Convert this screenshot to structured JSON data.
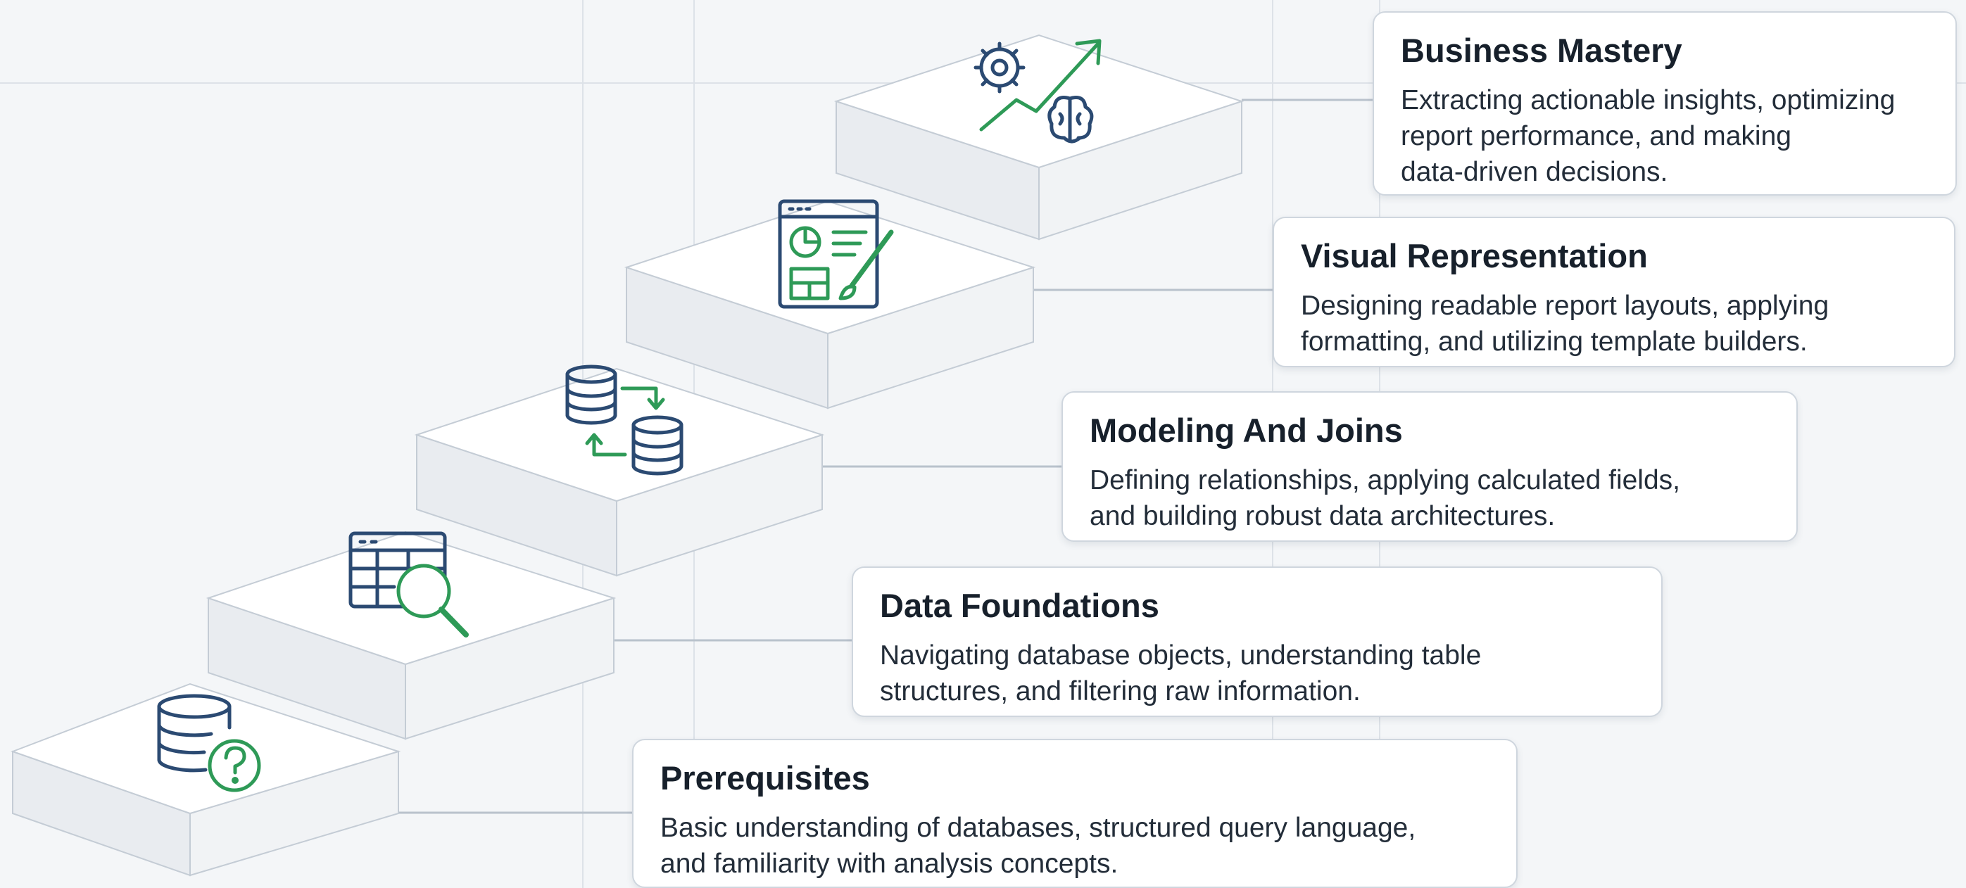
{
  "colors": {
    "background": "#f4f6f8",
    "step_top": "#ffffff",
    "step_side": "#eceff2",
    "step_edge": "#c4ccd5",
    "icon_navy": "#2b4a72",
    "icon_green": "#2e9a57",
    "card_border": "#cfd6de",
    "title_text": "#17202b",
    "body_text": "#232d39"
  },
  "steps": [
    {
      "title": "Prerequisites",
      "lines": [
        "Basic understanding of databases, structured query language,",
        "and familiarity with analysis concepts."
      ],
      "icon": "database-question-icon"
    },
    {
      "title": "Data Foundations",
      "lines": [
        "Navigating database objects, understanding table",
        "structures, and filtering raw information."
      ],
      "icon": "table-search-icon"
    },
    {
      "title": "Modeling And Joins",
      "lines": [
        "Defining relationships, applying calculated fields,",
        "and building robust data architectures."
      ],
      "icon": "database-sync-icon"
    },
    {
      "title": "Visual Representation",
      "lines": [
        "Designing readable report layouts, applying",
        "formatting, and utilizing template builders."
      ],
      "icon": "report-design-icon"
    },
    {
      "title": "Business Mastery",
      "lines": [
        "Extracting actionable insights, optimizing",
        "report performance, and making",
        "data-driven decisions."
      ],
      "icon": "gear-growth-brain-icon"
    }
  ]
}
